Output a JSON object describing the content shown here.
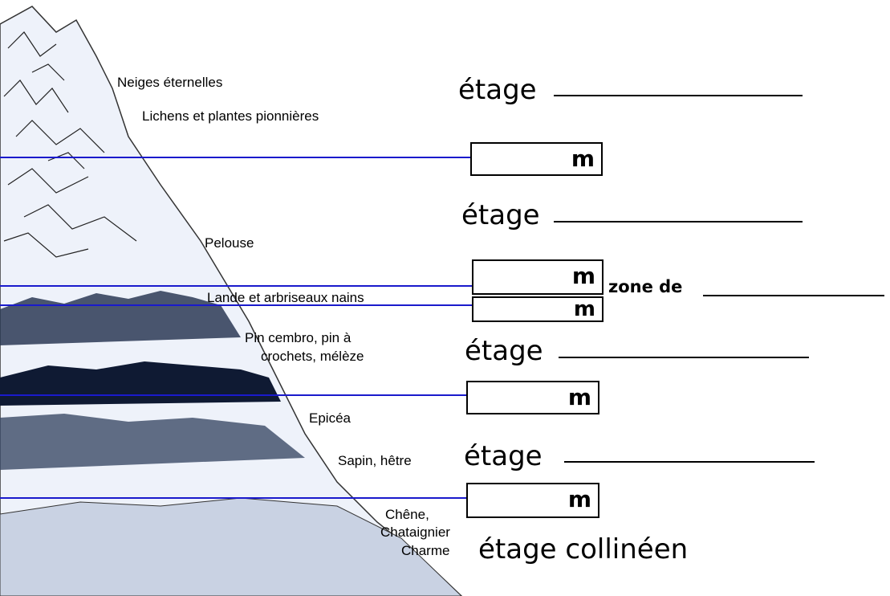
{
  "vegetation_labels": {
    "neiges": "Neiges éternelles",
    "lichens": "Lichens et plantes pionnières",
    "pelouse": "Pelouse",
    "lande": "Lande et arbriseaux nains",
    "pin_line1": "Pin cembro, pin à",
    "pin_line2": "crochets, mélèze",
    "epicea": "Epicéa",
    "sapin": "Sapin, hêtre",
    "chene": "Chêne,",
    "chataignier": "Chataignier",
    "charme": "Charme"
  },
  "etage_labels": {
    "e1": "étage",
    "e2": "étage",
    "e3": "étage",
    "e4": "étage",
    "collineen": "étage collinéen"
  },
  "zone_label": "zone de",
  "altitude_unit": "m",
  "colors": {
    "limit_line": "#1a1acc",
    "ink": "#000000",
    "mountain_fill": "#e8eef8"
  }
}
